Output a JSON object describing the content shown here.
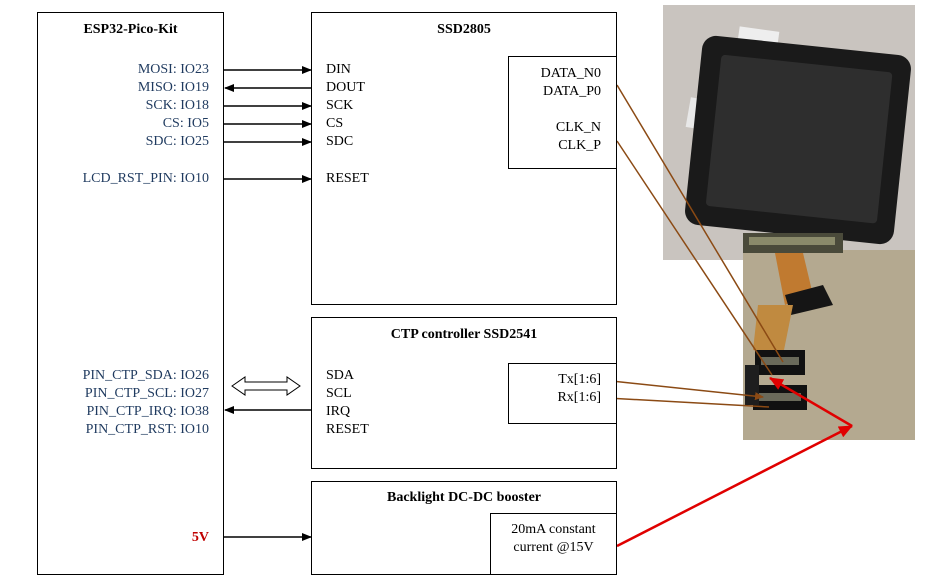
{
  "esp32": {
    "title": "ESP32-Pico-Kit",
    "pins": {
      "mosi": "MOSI: IO23",
      "miso": "MISO: IO19",
      "sck": "SCK: IO18",
      "cs": "CS: IO5",
      "sdc": "SDC: IO25",
      "lcd_rst": "LCD_RST_PIN: IO10",
      "ctp_sda": "PIN_CTP_SDA: IO26",
      "ctp_scl": "PIN_CTP_SCL: IO27",
      "ctp_irq": "PIN_CTP_IRQ: IO38",
      "ctp_rst": "PIN_CTP_RST: IO10",
      "power": "5V"
    }
  },
  "ssd2805": {
    "title": "SSD2805",
    "pins": {
      "din": "DIN",
      "dout": "DOUT",
      "sck": "SCK",
      "cs": "CS",
      "sdc": "SDC",
      "reset": "RESET"
    },
    "mipi": {
      "data_n0": "DATA_N0",
      "data_p0": "DATA_P0",
      "clk_n": "CLK_N",
      "clk_p": "CLK_P"
    }
  },
  "ctp": {
    "title": "CTP controller SSD2541",
    "pins": {
      "sda": "SDA",
      "scl": "SCL",
      "irq": "IRQ",
      "reset": "RESET"
    },
    "tx": "Tx[1:6]",
    "rx": "Rx[1:6]"
  },
  "backlight": {
    "title": "Backlight DC-DC booster",
    "inner_line1": "20mA constant",
    "inner_line2": "current @15V"
  },
  "colors": {
    "wire": "#000000",
    "mipi_wire": "#8b4a14",
    "power_wire": "#e00000",
    "pin_text": "#1f3a5f",
    "power_text": "#c00000"
  }
}
